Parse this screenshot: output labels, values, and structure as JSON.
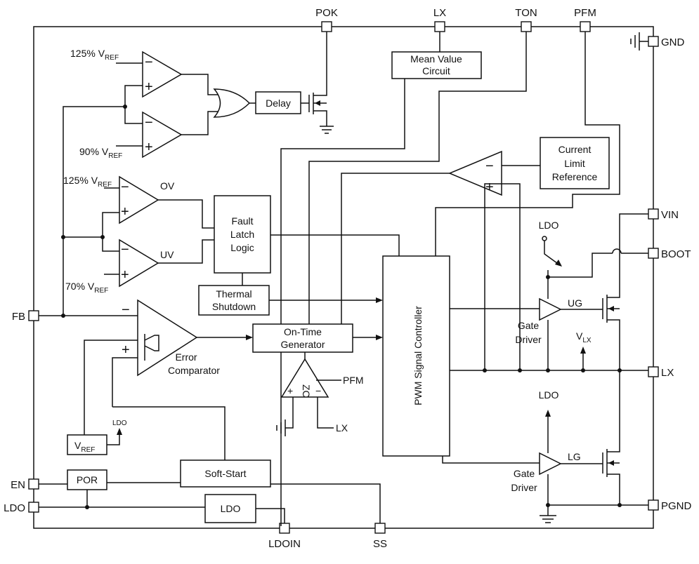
{
  "pins": {
    "pok": "POK",
    "lx_top": "LX",
    "ton": "TON",
    "pfm": "PFM",
    "gnd": "GND",
    "vin": "VIN",
    "boot": "BOOT",
    "lx_right": "LX",
    "pgnd": "PGND",
    "fb": "FB",
    "en": "EN",
    "ldo": "LDO",
    "ldoin": "LDOIN",
    "ss": "SS"
  },
  "blocks": {
    "mean_value_1": "Mean Value",
    "mean_value_2": "Circuit",
    "delay": "Delay",
    "current_limit_1": "Current",
    "current_limit_2": "Limit",
    "current_limit_3": "Reference",
    "fault_1": "Fault",
    "fault_2": "Latch",
    "fault_3": "Logic",
    "thermal_1": "Thermal",
    "thermal_2": "Shutdown",
    "ontime_1": "On-Time",
    "ontime_2": "Generator",
    "pwm": "PWM Signal Controller",
    "softstart": "Soft-Start",
    "por": "POR",
    "ldo_block": "LDO",
    "vref_box": "V",
    "vref_box_sub": "REF"
  },
  "labels": {
    "ref125_a": "125% V",
    "ref90": "90% V",
    "ref125_b": "125% V",
    "ref70": "70% V",
    "ref_sub": "REF",
    "ov": "OV",
    "uv": "UV",
    "error_1": "Error",
    "error_2": "Comparator",
    "zc": "ZC",
    "pfm_in": "PFM",
    "lx_in": "LX",
    "ldo_small": "LDO",
    "ldo_ug": "LDO",
    "ldo_lg": "LDO",
    "vlx": "V",
    "vlx_sub": "LX",
    "ug": "UG",
    "lg": "LG",
    "gate_driver_1": "Gate",
    "gate_driver_2": "Driver",
    "minus": "−",
    "plus": "+"
  }
}
